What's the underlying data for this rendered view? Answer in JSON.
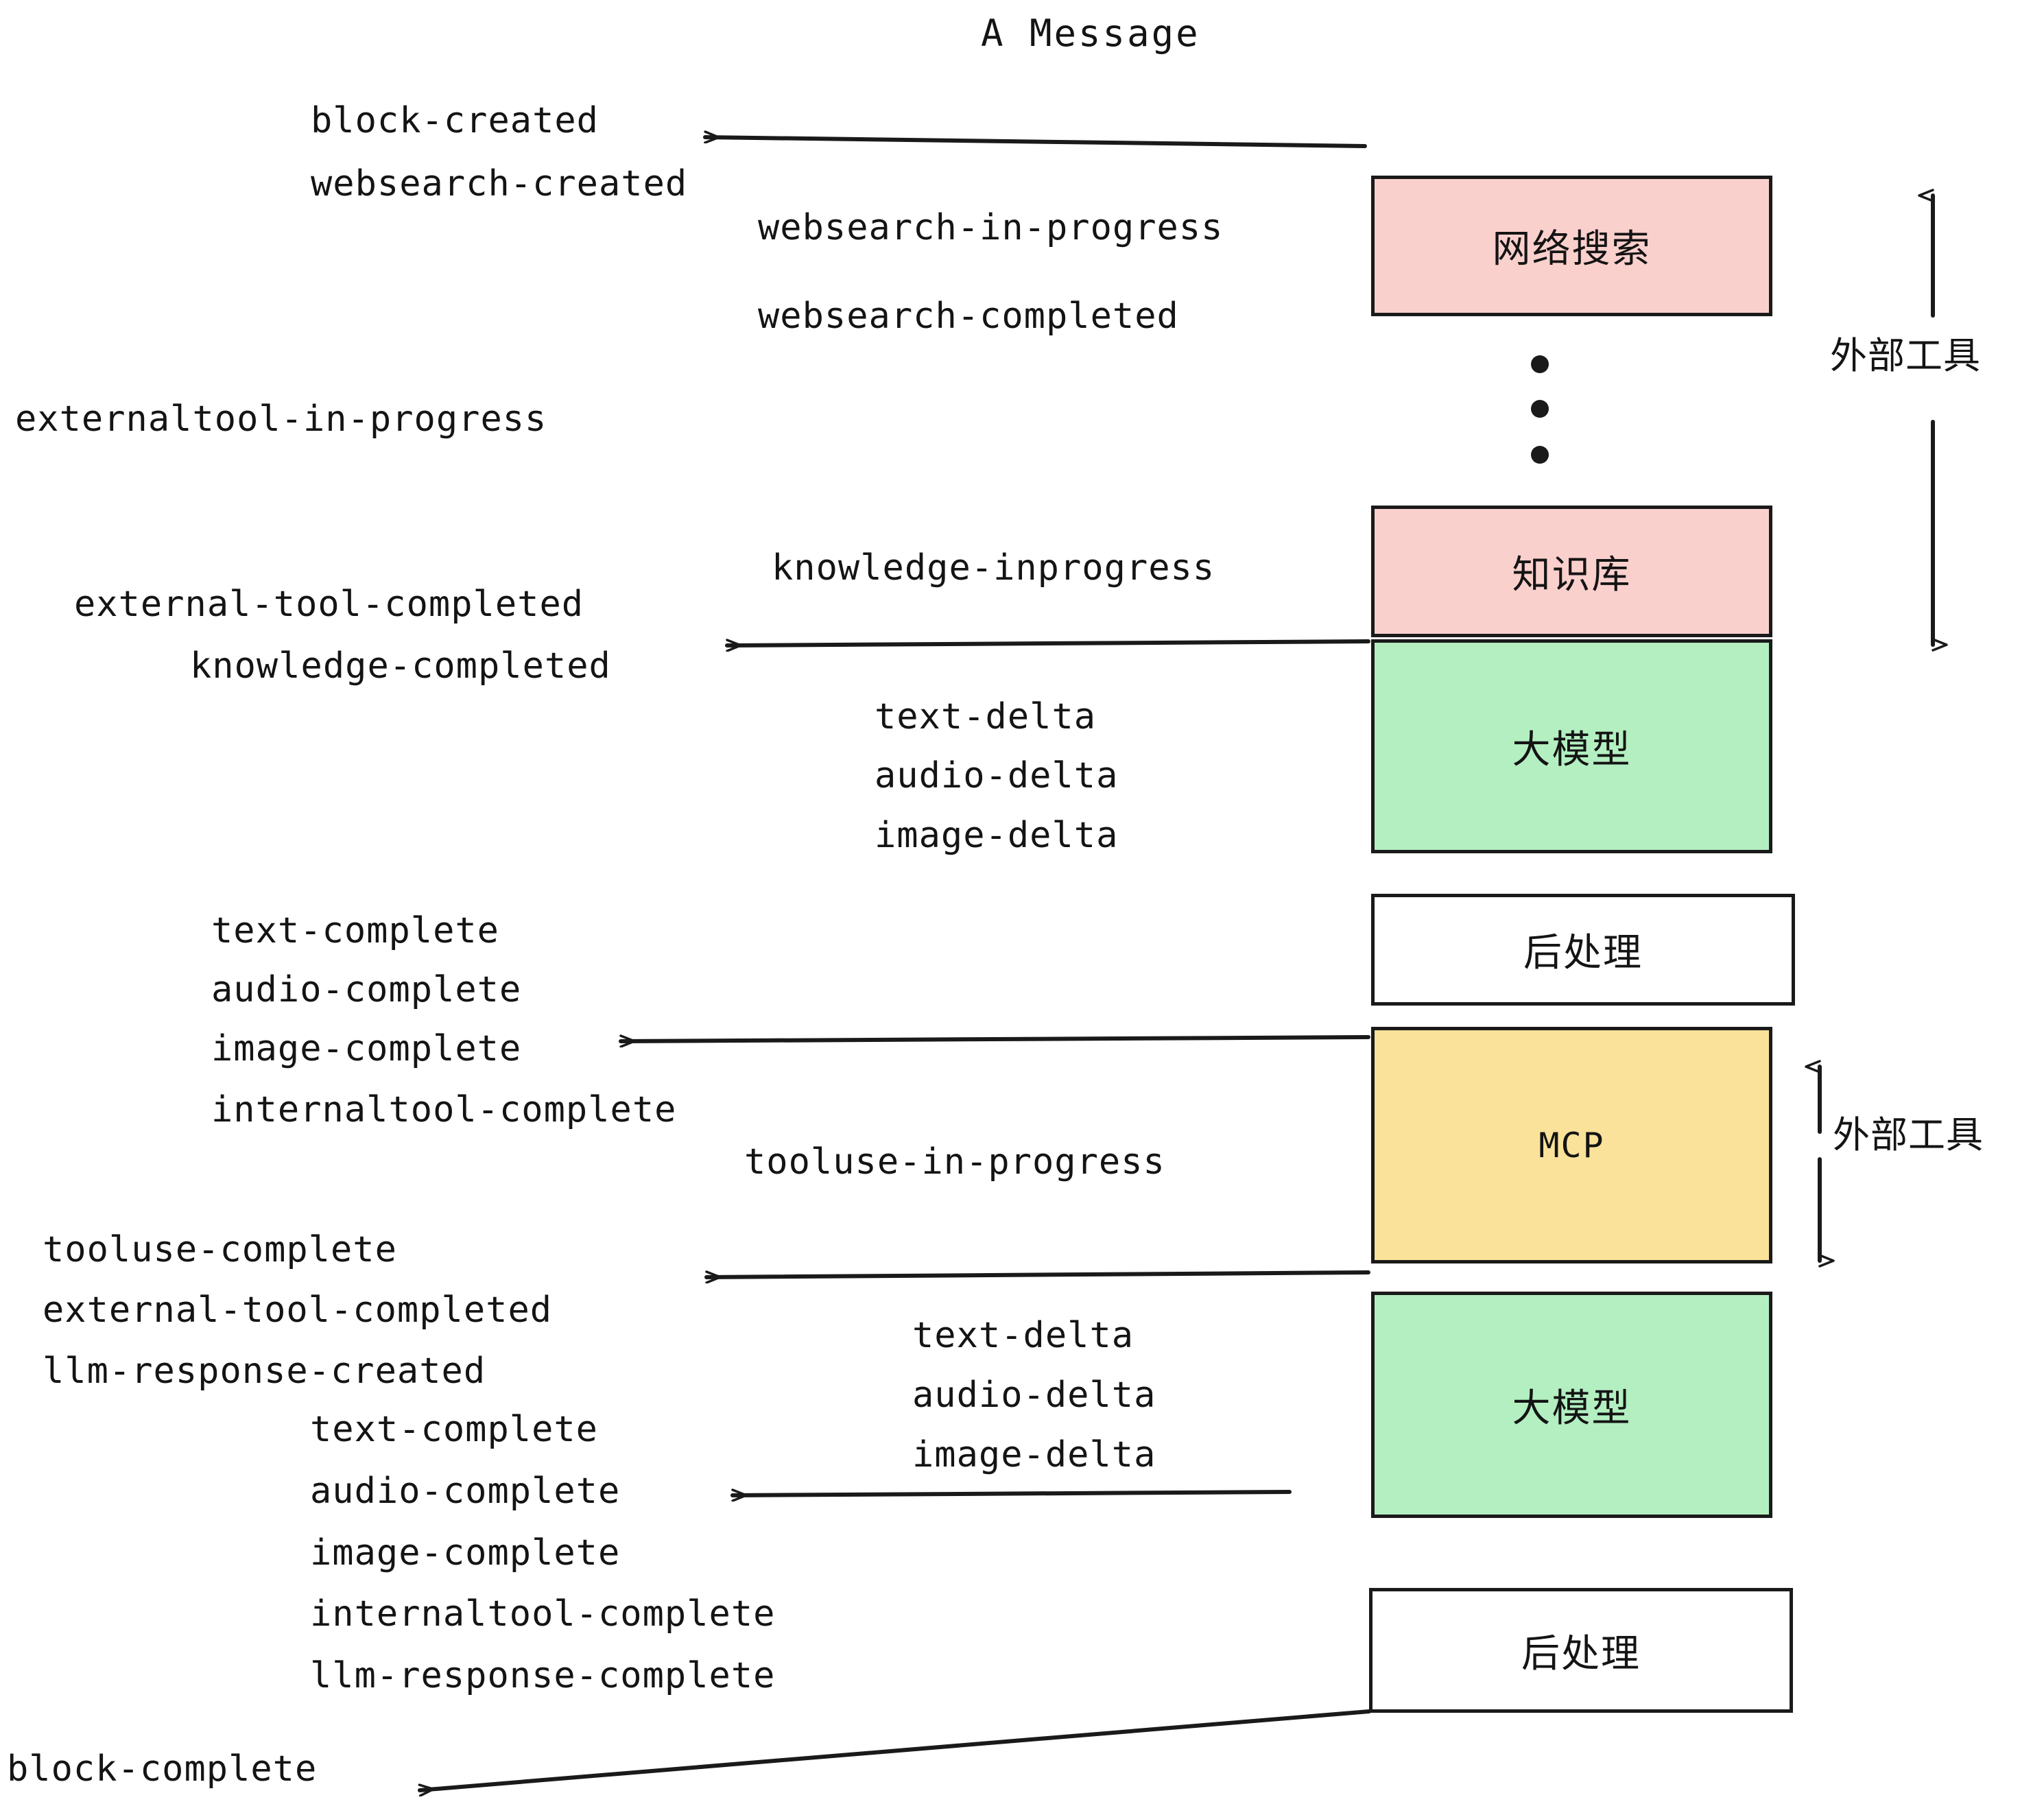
{
  "title": "A Message",
  "events": {
    "block_created": "block-created",
    "websearch_created": "websearch-created",
    "websearch_in_progress": "websearch-in-progress",
    "websearch_completed": "websearch-completed",
    "externaltool_in_progress": "externaltool-in-progress",
    "knowledge_inprogress": "knowledge-inprogress",
    "external_tool_completed_1": "external-tool-completed",
    "knowledge_completed": "knowledge-completed",
    "text_delta_1": "text-delta",
    "audio_delta_1": "audio-delta",
    "image_delta_1": "image-delta",
    "text_complete_1": "text-complete",
    "audio_complete_1": "audio-complete",
    "image_complete_1": "image-complete",
    "internaltool_complete_1": "internaltool-complete",
    "tooluse_in_progress": "tooluse-in-progress",
    "tooluse_complete": "tooluse-complete",
    "external_tool_completed_2": "external-tool-completed",
    "llm_response_created": "llm-response-created",
    "text_delta_2": "text-delta",
    "audio_delta_2": "audio-delta",
    "image_delta_2": "image-delta",
    "text_complete_2": "text-complete",
    "audio_complete_2": "audio-complete",
    "image_complete_2": "image-complete",
    "internaltool_complete_2": "internaltool-complete",
    "llm_response_complete": "llm-response-complete",
    "block_complete": "block-complete"
  },
  "nodes": {
    "websearch": {
      "label": "网络搜索",
      "color": "#fad0cd"
    },
    "knowledge": {
      "label": "知识库",
      "color": "#fad0cd"
    },
    "llm_top": {
      "label": "大模型",
      "color": "#b3efc1"
    },
    "postprocess_top": {
      "label": "后处理",
      "color": "#ffffff"
    },
    "mcp": {
      "label": "MCP",
      "color": "#fbe29a"
    },
    "llm_bottom": {
      "label": "大模型",
      "color": "#b3efc1"
    },
    "postprocess_bottom": {
      "label": "后处理",
      "color": "#ffffff"
    }
  },
  "group_labels": {
    "external_tools_top": "外部工具",
    "external_tools_bottom": "外部工具"
  },
  "colors": {
    "pink": "#fad0cd",
    "green": "#b3efc1",
    "yellow": "#fbe29a",
    "white": "#ffffff",
    "stroke": "#1a1a1a"
  }
}
